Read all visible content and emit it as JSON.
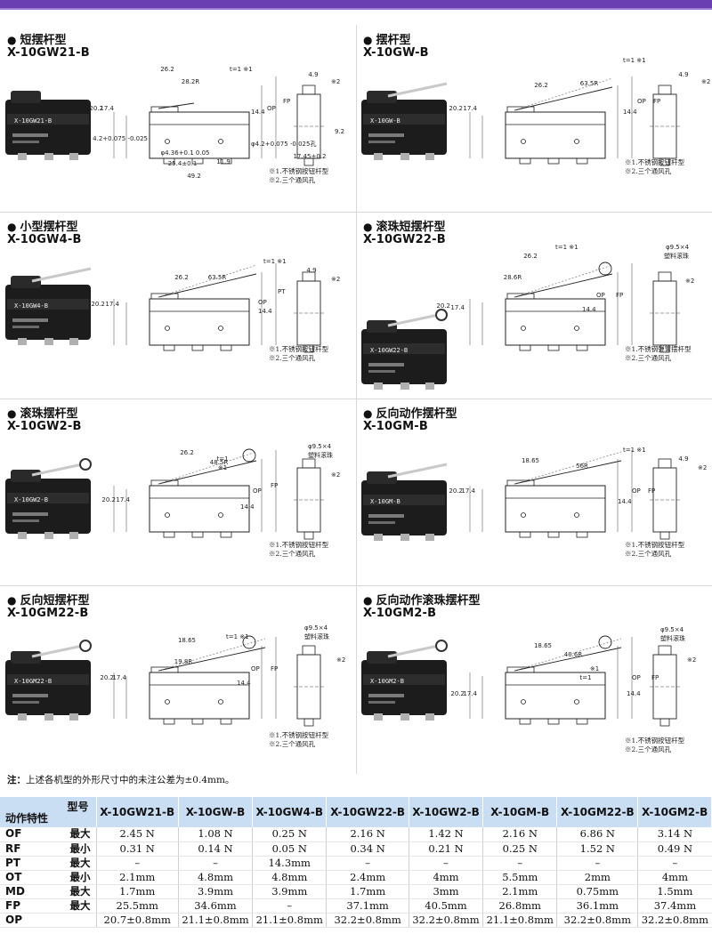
{
  "sections": [
    {
      "title": "短摆杆型",
      "model": "X-10GW21-B",
      "label": "X-10GW21-B",
      "dims": [
        "26.2",
        "28.2R",
        "t=1 ※1",
        "20.2",
        "17.4",
        "14.4",
        "OP",
        "FP",
        "4.9",
        "※2",
        "9.2",
        "17.45±0.2",
        "φ4.36+0.1 0.05",
        "φ4.2+0.075 -0.025孔",
        "25.4±0.1",
        "11.9",
        "49.2",
        "4.2+0.075 -0.025"
      ],
      "notes": [
        "※1.不锈钢按钮杆型",
        "※2.三个通风孔"
      ]
    },
    {
      "title": "摆杆型",
      "model": "X-10GW-B",
      "label": "X-10GW-B",
      "dims": [
        "26.2",
        "63.5R",
        "t=1 ※1",
        "20.2",
        "17.4",
        "14.4",
        "OP",
        "FP",
        "4.9",
        "※2"
      ],
      "notes": [
        "※1.不锈钢按钮杆型",
        "※2.三个通风孔"
      ]
    },
    {
      "title": "小型摆杆型",
      "model": "X-10GW4-B",
      "label": "X-10GW4-B",
      "dims": [
        "26.2",
        "63.5R",
        "t=1 ※1",
        "PT",
        "20.2",
        "17.4",
        "OP",
        "14.4",
        "4.9",
        "※2"
      ],
      "notes": [
        "※1.不锈钢按钮杆型",
        "※2.三个通风孔"
      ]
    },
    {
      "title": "滚珠短摆杆型",
      "model": "X-10GW22-B",
      "label": "X-10GW22-B",
      "dims": [
        "26.2",
        "t=1 ※1",
        "28.6R",
        "φ9.5×4",
        "塑料滚珠",
        "20.2",
        "17.4",
        "14.4",
        "OP",
        "FP",
        "※2"
      ],
      "notes": [
        "※1.不锈钢弹簧摆杆型",
        "※2.三个通风孔"
      ]
    },
    {
      "title": "滚珠摆杆型",
      "model": "X-10GW2-B",
      "label": "X-10GW2-B",
      "dims": [
        "26.2",
        "48.5R",
        "t=1",
        "※1",
        "φ9.5×4",
        "塑料滚珠",
        "20.2",
        "17.4",
        "14.4",
        "OP",
        "FP",
        "※2"
      ],
      "notes": [
        "※1.不锈钢按钮杆型",
        "※2.三个通风孔"
      ]
    },
    {
      "title": "反向动作摆杆型",
      "model": "X-10GM-B",
      "label": "X-10GM-B",
      "dims": [
        "18.65",
        "56R",
        "t=1 ※1",
        "4.9",
        "※2",
        "20.2",
        "17.4",
        "14.4",
        "OP",
        "FP"
      ],
      "notes": [
        "※1.不锈钢按钮杆型",
        "※2.三个通风孔"
      ]
    },
    {
      "title": "反向短摆杆型",
      "model": "X-10GM22-B",
      "label": "X-10GM22-B",
      "dims": [
        "18.65",
        "t=1 ※1",
        "19.8R",
        "φ9.5×4",
        "塑料滚珠",
        "20.2",
        "17.4",
        "14.4",
        "OP",
        "FP",
        "※2"
      ],
      "notes": [
        "※1.不锈钢按钮杆型",
        "※2.三个通风孔"
      ]
    },
    {
      "title": "反向动作滚珠摆杆型",
      "model": "X-10GM2-B",
      "label": "X-10GM2-B",
      "dims": [
        "18.65",
        "40.6R",
        "※1",
        "t=1",
        "φ9.5×4",
        "塑料滚珠",
        "20.2",
        "17.4",
        "14.4",
        "OP",
        "FP",
        "※2"
      ],
      "notes": [
        "※1.不锈钢按钮杆型",
        "※2.三个通风孔"
      ]
    }
  ],
  "note": {
    "prefix": "注：",
    "text": "上述各机型的外形尺寸中的未注公差为±0.4mm。"
  },
  "table": {
    "header_top": "型号",
    "header_bottom": "动作特性",
    "models": [
      "X-10GW21-B",
      "X-10GW-B",
      "X-10GW4-B",
      "X-10GW22-B",
      "X-10GW2-B",
      "X-10GM-B",
      "X-10GM22-B",
      "X-10GM2-B"
    ],
    "rows": [
      {
        "label": "OF",
        "cond": "最大",
        "values": [
          "2.45 N",
          "1.08 N",
          "0.25 N",
          "2.16 N",
          "1.42 N",
          "2.16 N",
          "6.86 N",
          "3.14 N"
        ]
      },
      {
        "label": "RF",
        "cond": "最小",
        "values": [
          "0.31 N",
          "0.14 N",
          "0.05 N",
          "0.34 N",
          "0.21 N",
          "0.25 N",
          "1.52 N",
          "0.49 N"
        ]
      },
      {
        "label": "PT",
        "cond": "最大",
        "values": [
          "–",
          "–",
          "14.3mm",
          "–",
          "–",
          "–",
          "–",
          "–"
        ]
      },
      {
        "label": "OT",
        "cond": "最小",
        "values": [
          "2.1mm",
          "4.8mm",
          "4.8mm",
          "2.4mm",
          "4mm",
          "5.5mm",
          "2mm",
          "4mm"
        ]
      },
      {
        "label": "MD",
        "cond": "最大",
        "values": [
          "1.7mm",
          "3.9mm",
          "3.9mm",
          "1.7mm",
          "3mm",
          "2.1mm",
          "0.75mm",
          "1.5mm"
        ]
      },
      {
        "label": "FP",
        "cond": "最大",
        "values": [
          "25.5mm",
          "34.6mm",
          "–",
          "37.1mm",
          "40.5mm",
          "26.8mm",
          "36.1mm",
          "37.4mm"
        ]
      },
      {
        "label": "OP",
        "cond": "",
        "values": [
          "20.7±0.8mm",
          "21.1±0.8mm",
          "21.1±0.8mm",
          "32.2±0.8mm",
          "32.2±0.8mm",
          "21.1±0.8mm",
          "32.2±0.8mm",
          "32.2±0.8mm"
        ]
      }
    ]
  },
  "colors": {
    "topbar": "#6a3fb1",
    "table_header": "#c9ddf3",
    "switch_body": "#1c1c1c"
  }
}
